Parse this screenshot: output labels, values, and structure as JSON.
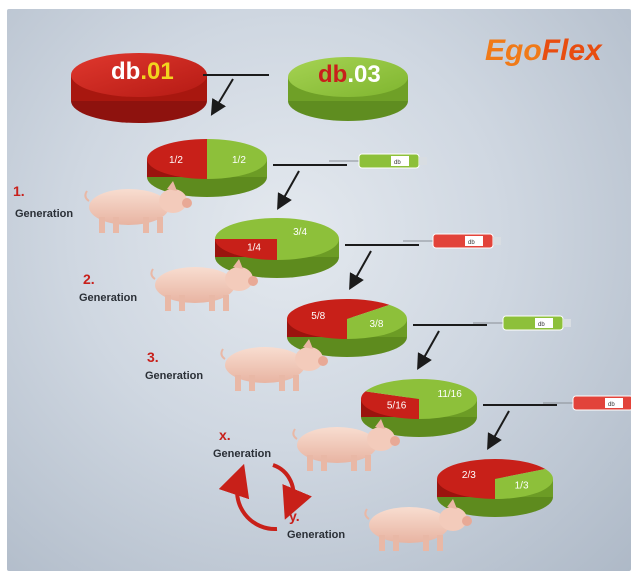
{
  "brand": {
    "logo_ego": "Ego",
    "logo_flex": "Flex"
  },
  "sources": [
    {
      "label_prefix": "db",
      "label_suffix": ".01",
      "color": "#c82019"
    },
    {
      "label_prefix": "db",
      "label_suffix": ".03",
      "color": "#8dc03a"
    }
  ],
  "colors": {
    "red": "#c82019",
    "green": "#8dc03a",
    "arrow": "#1b1b1b"
  },
  "generations": [
    {
      "number": "1.",
      "label": "Generation",
      "red_fraction": "1/2",
      "green_fraction": "1/2",
      "red_share": 0.5,
      "syringe_color": "green"
    },
    {
      "number": "2.",
      "label": "Generation",
      "red_fraction": "1/4",
      "green_fraction": "3/4",
      "red_share": 0.25,
      "syringe_color": "red"
    },
    {
      "number": "3.",
      "label": "Generation",
      "red_fraction": "5/8",
      "green_fraction": "3/8",
      "red_share": 0.625,
      "syringe_color": "green"
    },
    {
      "number": "",
      "label": "",
      "red_fraction": "5/16",
      "green_fraction": "11/16",
      "red_share": 0.3125,
      "syringe_color": "red"
    },
    {
      "number": "",
      "label": "",
      "red_fraction": "2/3",
      "green_fraction": "1/3",
      "red_share": 0.667,
      "syringe_color": ""
    }
  ],
  "cycle": [
    {
      "number": "x.",
      "label": "Generation"
    },
    {
      "number": "y.",
      "label": "Generation"
    }
  ],
  "syringe_tag": "db"
}
